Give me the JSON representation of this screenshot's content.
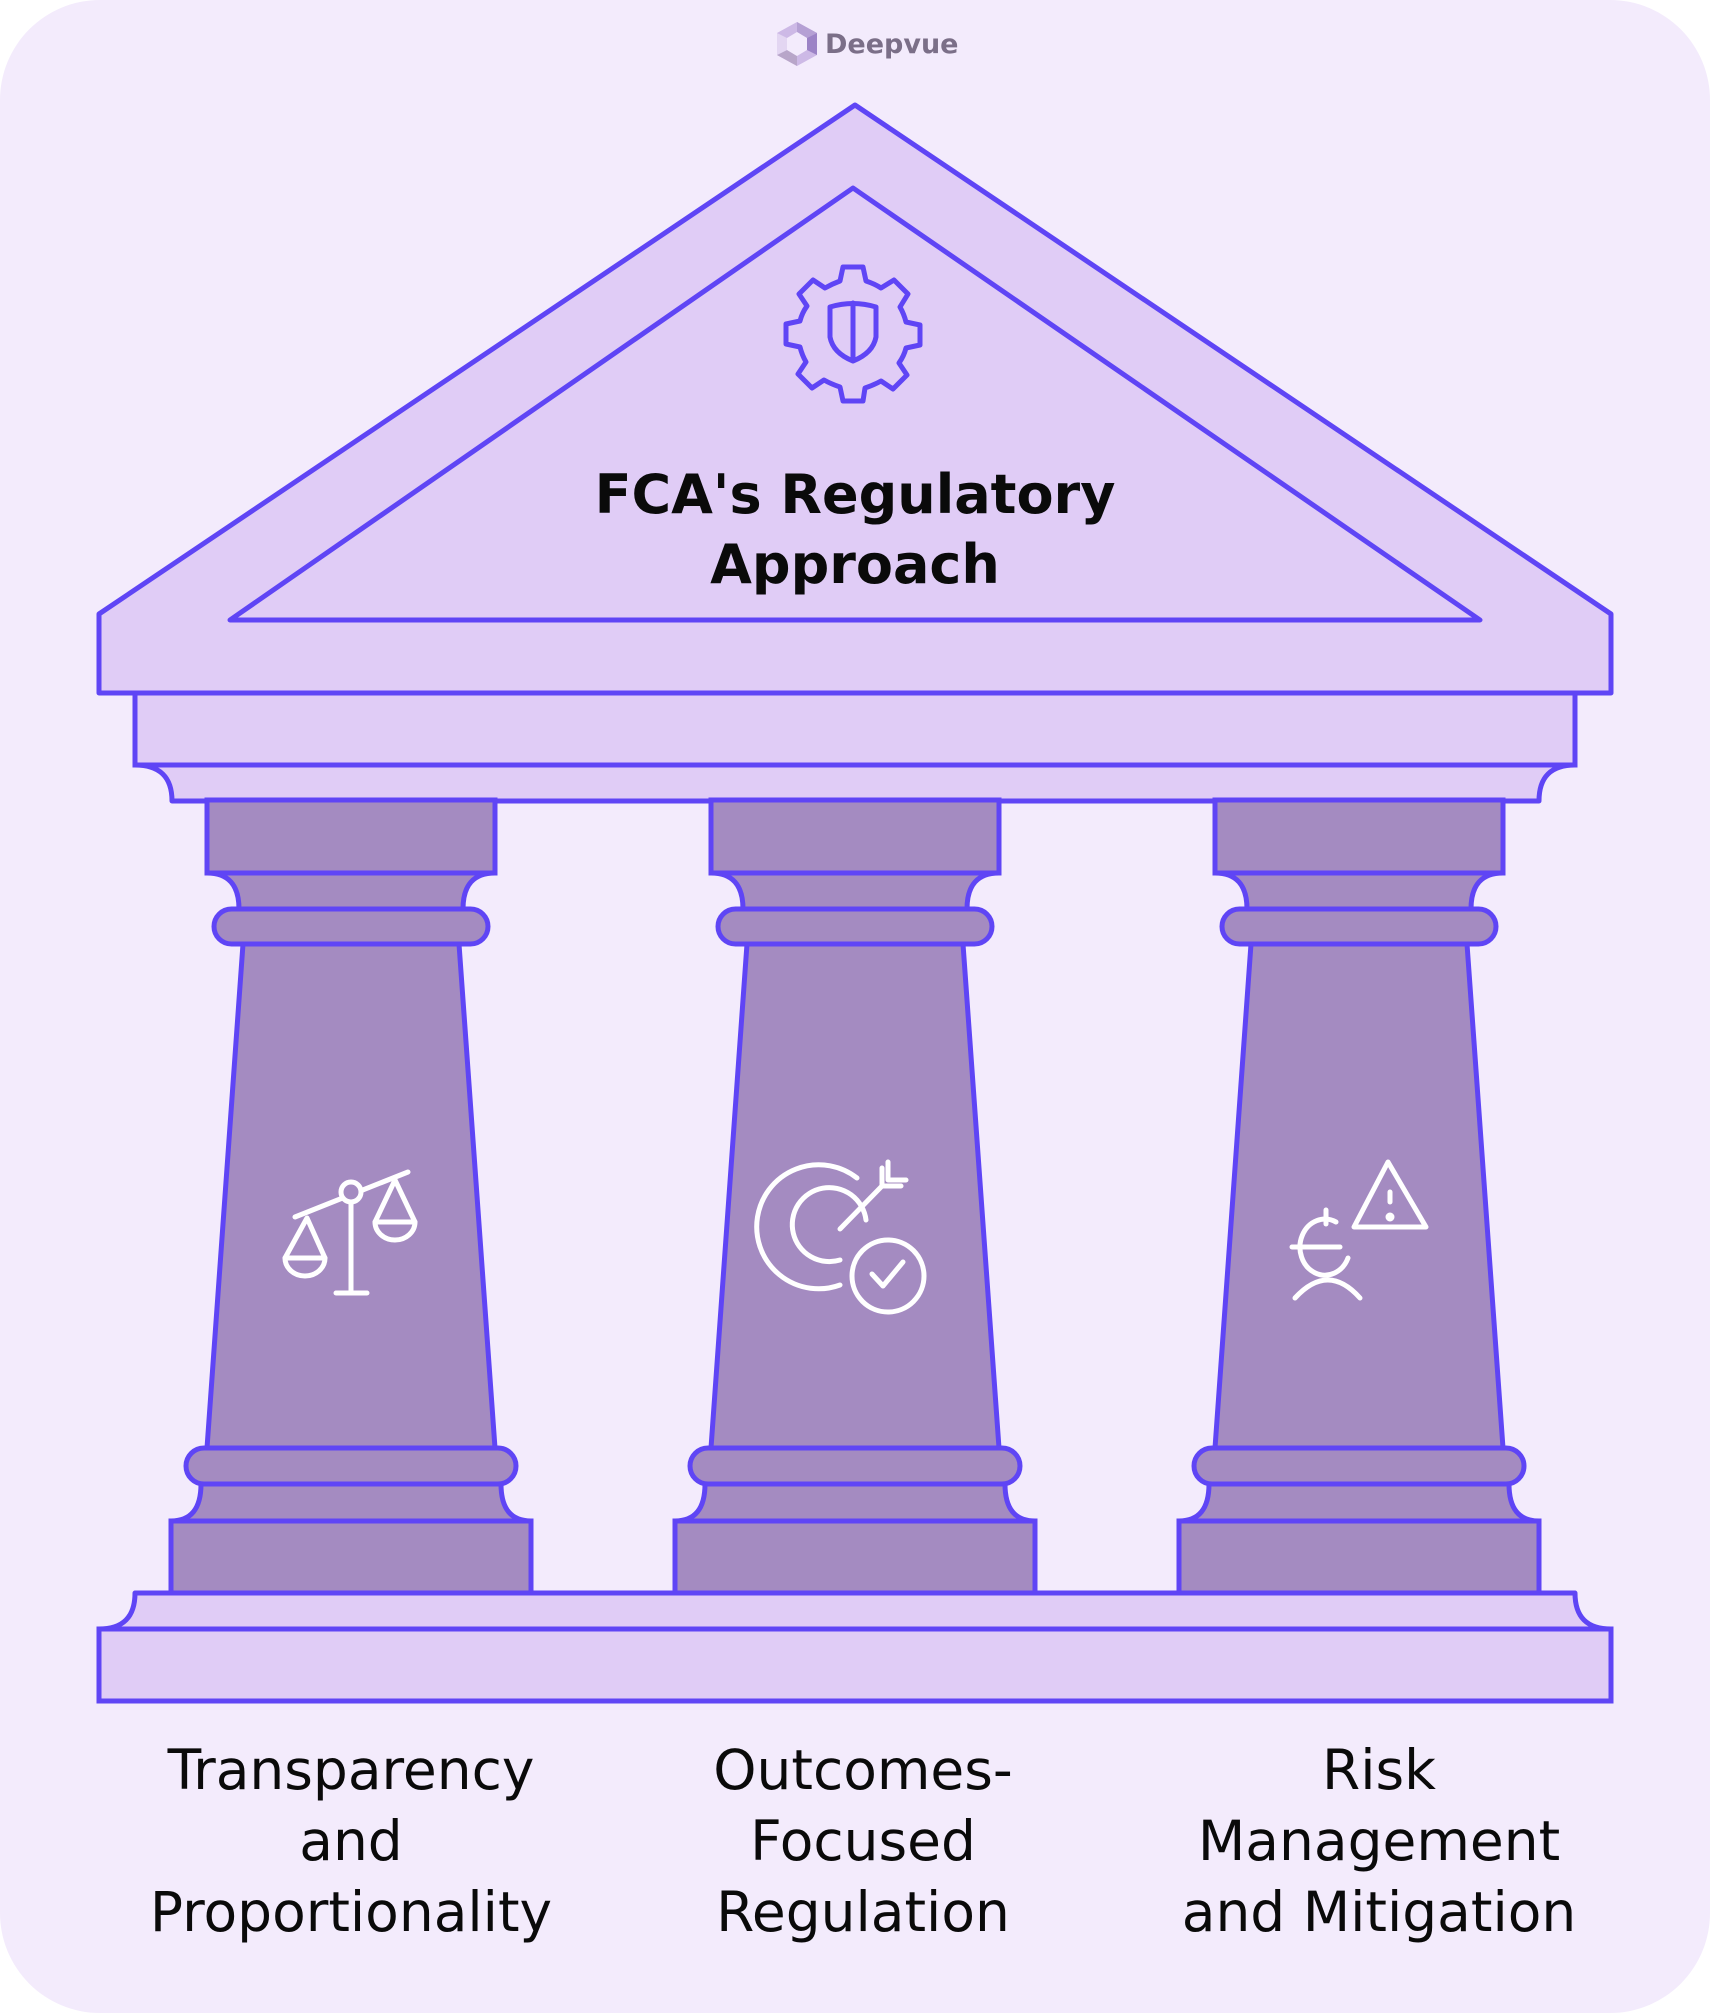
{
  "brand": {
    "name": "Deepvue",
    "logo_icon": "hexagon-logo-icon"
  },
  "title": {
    "line1": "FCA's Regulatory",
    "line2": "Approach",
    "icon": "gear-shield-icon"
  },
  "pillars": [
    {
      "icon": "balance-scale-icon",
      "label_lines": [
        "Transparency",
        "and",
        "Proportionality"
      ]
    },
    {
      "icon": "target-check-icon",
      "label_lines": [
        "Outcomes-",
        "Focused",
        "Regulation"
      ]
    },
    {
      "icon": "euro-person-warning-icon",
      "label_lines": [
        "Risk",
        "Management",
        "and Mitigation"
      ]
    }
  ],
  "colors": {
    "background": "#F3EBFC",
    "stroke": "#5F45F5",
    "light_fill": "#E0CCF6",
    "column_fill": "#A48BC1",
    "icon_white": "#FFFFFF",
    "text": "#0A0A0A",
    "logo_text": "#7B6F88"
  }
}
